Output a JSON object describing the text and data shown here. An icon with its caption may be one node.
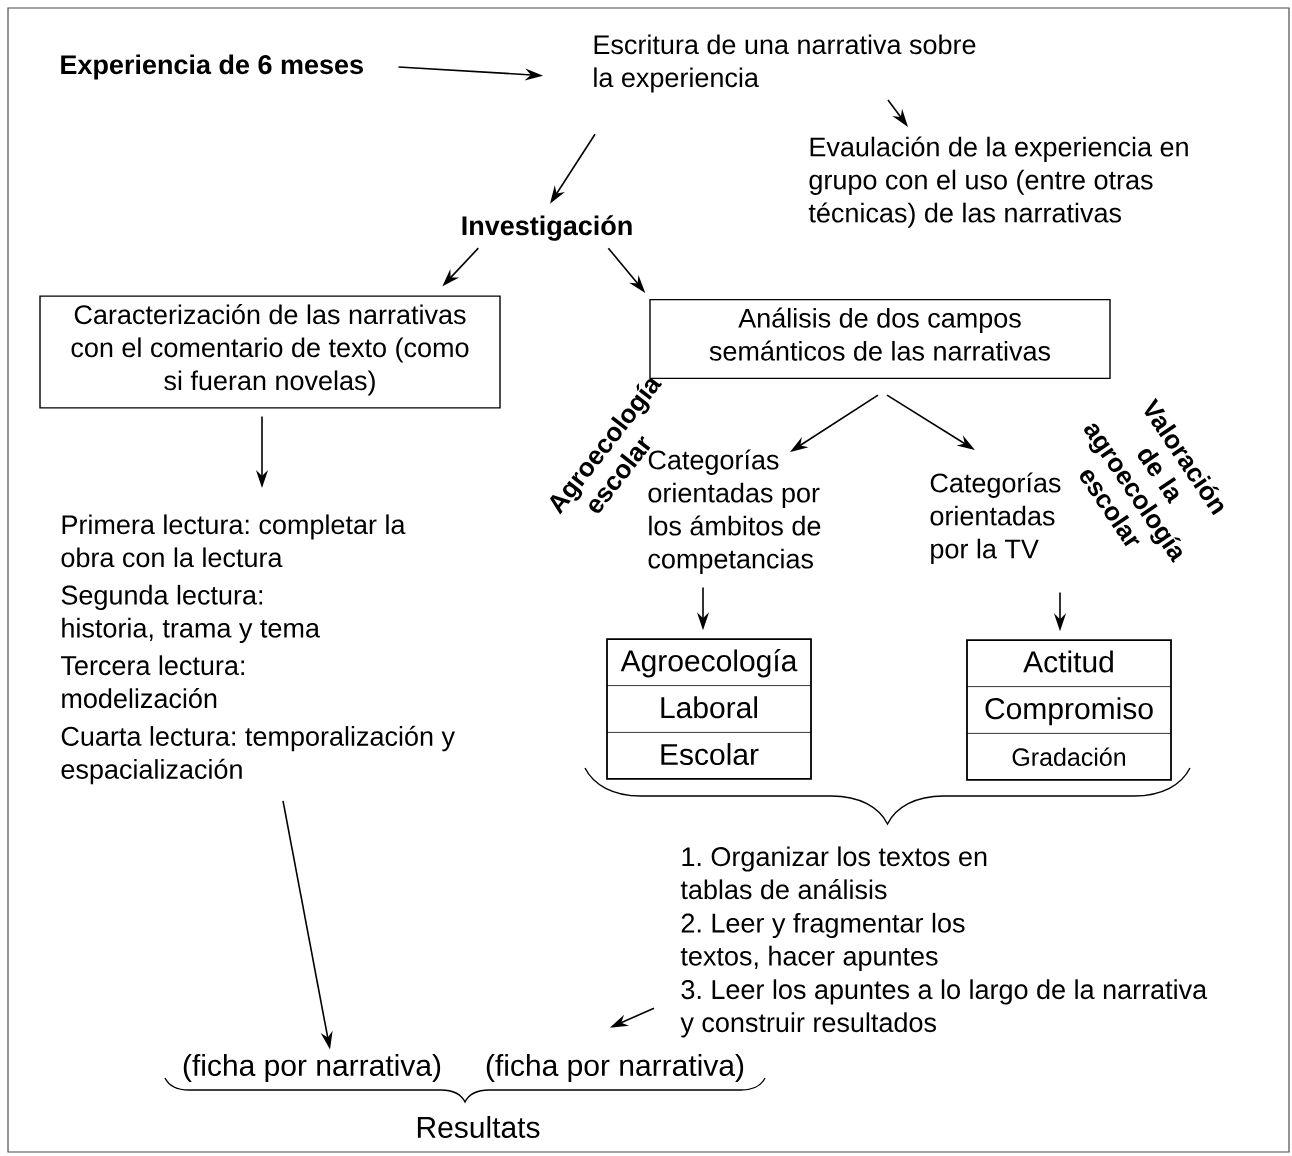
{
  "diagram": {
    "nodes": [
      {
        "text": [
          "Experiencia de 6 meses"
        ]
      },
      {
        "text": [
          "Escritura de una narrativa sobre la experiencia"
        ]
      },
      {
        "text": [
          "Evaulación de la experiencia en grupo con el uso (entre otras técnicas) de las narrativas"
        ]
      },
      {
        "text": [
          "Investigación"
        ]
      },
      {
        "text": [
          "Caracterización de las narrativas con el comentario de texto (como si fueran novelas)"
        ]
      },
      {
        "text": [
          "Análisis de dos campos semánticos de las narrativas"
        ]
      },
      {
        "text": [
          "Categorías orientadas por los ámbitos de competancias"
        ]
      },
      {
        "text": [
          "Categorías orientadas por la TV"
        ]
      },
      {
        "text": [
          "Primera lectura: completar la obra con la lectura",
          "Segunda lectura: historia, trama y tema",
          "Tercera lectura: modelización",
          "Cuarta lectura: temporalización y espacialización"
        ]
      },
      {
        "text": [
          "Agroecología",
          "Laboral",
          "Escolar"
        ]
      },
      {
        "text": [
          "Actitud",
          "Compromiso",
          "Gradación"
        ]
      },
      {
        "text": [
          "1. Organizar los textos en tablas de análisis",
          "2. Leer y fragmentar los textos, hacer apuntes",
          "3. Leer los apuntes a lo largo de la narrativa y construir resultados"
        ]
      },
      {
        "text": [
          "(ficha por narrativa)"
        ]
      },
      {
        "text": [
          "(ficha por narrativa)"
        ]
      }
    ],
    "edges": [
      {
        "from": 0,
        "to": 1,
        "arrow": "to"
      },
      {
        "from": 1,
        "to": 2,
        "arrow": "to"
      },
      {
        "from": 1,
        "to": 3,
        "arrow": "to"
      },
      {
        "from": 3,
        "to": 4,
        "arrow": "to"
      },
      {
        "from": 3,
        "to": 5,
        "arrow": "to"
      },
      {
        "from": 5,
        "to": 6,
        "arrow": "to"
      },
      {
        "from": 5,
        "to": 7,
        "arrow": "to"
      },
      {
        "from": 4,
        "to": 8,
        "arrow": "to"
      },
      {
        "from": 6,
        "to": 9,
        "arrow": "to"
      },
      {
        "from": 7,
        "to": 10,
        "arrow": "to"
      },
      {
        "from": 8,
        "to": 12,
        "arrow": "to"
      },
      {
        "from": 11,
        "to": 13,
        "arrow": "to"
      }
    ],
    "labels": [
      "Agroecología escolar",
      "Valoración de la agroecología escolar",
      "Resultats"
    ]
  }
}
